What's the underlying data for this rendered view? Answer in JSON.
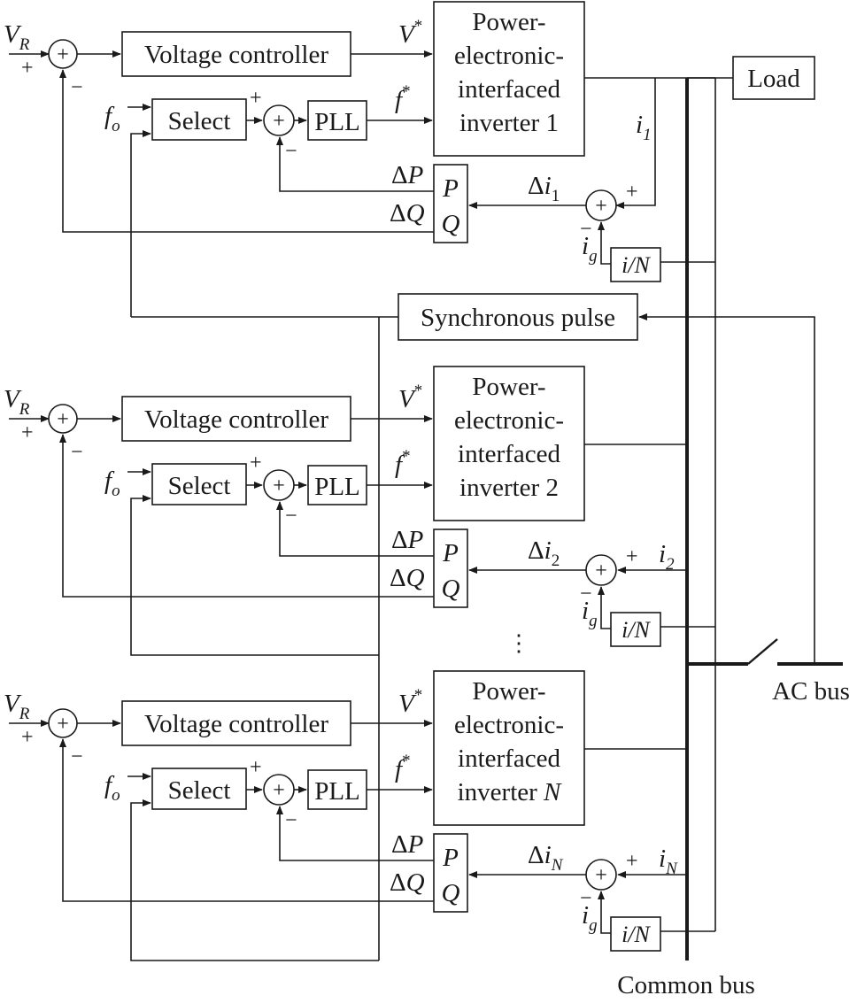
{
  "units": [
    {
      "inverter_label": [
        "Power-",
        "electronic-",
        "interfaced",
        "inverter 1"
      ],
      "voltage_controller": "Voltage controller",
      "select": "Select",
      "pll": "PLL",
      "pq_p": "P",
      "pq_q": "Q",
      "v_ref": "V",
      "v_ref_sub": "R",
      "f_o": "f",
      "f_o_sub": "o",
      "v_star": "V",
      "f_star": "f",
      "star": "*",
      "delta_p": "ΔP",
      "delta_q": "ΔQ",
      "delta_i": "Δi",
      "delta_i_sub": "1",
      "i_k": "i",
      "i_k_sub": "1",
      "i_g": "i",
      "i_g_sub": "g",
      "iN": "i/N",
      "plus": "+",
      "minus": "−"
    },
    {
      "inverter_label": [
        "Power-",
        "electronic-",
        "interfaced",
        "inverter 2"
      ],
      "voltage_controller": "Voltage controller",
      "select": "Select",
      "pll": "PLL",
      "pq_p": "P",
      "pq_q": "Q",
      "v_ref": "V",
      "v_ref_sub": "R",
      "f_o": "f",
      "f_o_sub": "o",
      "v_star": "V",
      "f_star": "f",
      "star": "*",
      "delta_p": "ΔP",
      "delta_q": "ΔQ",
      "delta_i": "Δi",
      "delta_i_sub": "2",
      "i_k": "i",
      "i_k_sub": "2",
      "i_g": "i",
      "i_g_sub": "g",
      "iN": "i/N",
      "plus": "+",
      "minus": "−"
    },
    {
      "inverter_label": [
        "Power-",
        "electronic-",
        "interfaced",
        "inverter N"
      ],
      "voltage_controller": "Voltage controller",
      "select": "Select",
      "pll": "PLL",
      "pq_p": "P",
      "pq_q": "Q",
      "v_ref": "V",
      "v_ref_sub": "R",
      "f_o": "f",
      "f_o_sub": "o",
      "v_star": "V",
      "f_star": "f",
      "star": "*",
      "delta_p": "ΔP",
      "delta_q": "ΔQ",
      "delta_i": "Δi",
      "delta_i_sub": "N",
      "i_k": "i",
      "i_k_sub": "N",
      "i_g": "i",
      "i_g_sub": "g",
      "iN": "i/N",
      "plus": "+",
      "minus": "−"
    }
  ],
  "synchronous_pulse": "Synchronous pulse",
  "load": "Load",
  "common_bus": "Common bus",
  "ac_bus": "AC bus",
  "ellipsis": "⋮"
}
